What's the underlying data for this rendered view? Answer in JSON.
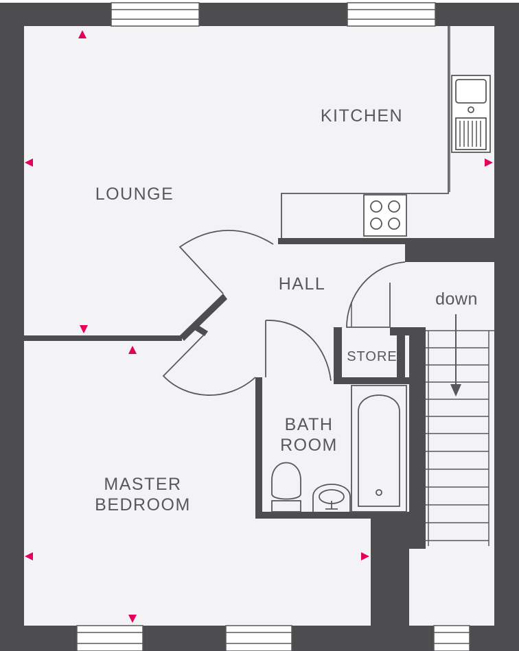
{
  "rooms": {
    "kitchen": "KITCHEN",
    "lounge": "LOUNGE",
    "hall": "HALL",
    "store": "STORE",
    "bath_line1": "BATH",
    "bath_line2": "ROOM",
    "master_line1": "MASTER",
    "master_line2": "BEDROOM",
    "stairs_direction": "down"
  },
  "colors": {
    "wall": "#4d4d4f",
    "floor": "#f3f3f5",
    "line": "#58585a",
    "dimension_marker": "#e4005a",
    "background": "#ffffff"
  },
  "icons": {
    "dimension_marker": "red-triangle-arrow",
    "window": "window-frame",
    "door": "door-swing-arc"
  }
}
